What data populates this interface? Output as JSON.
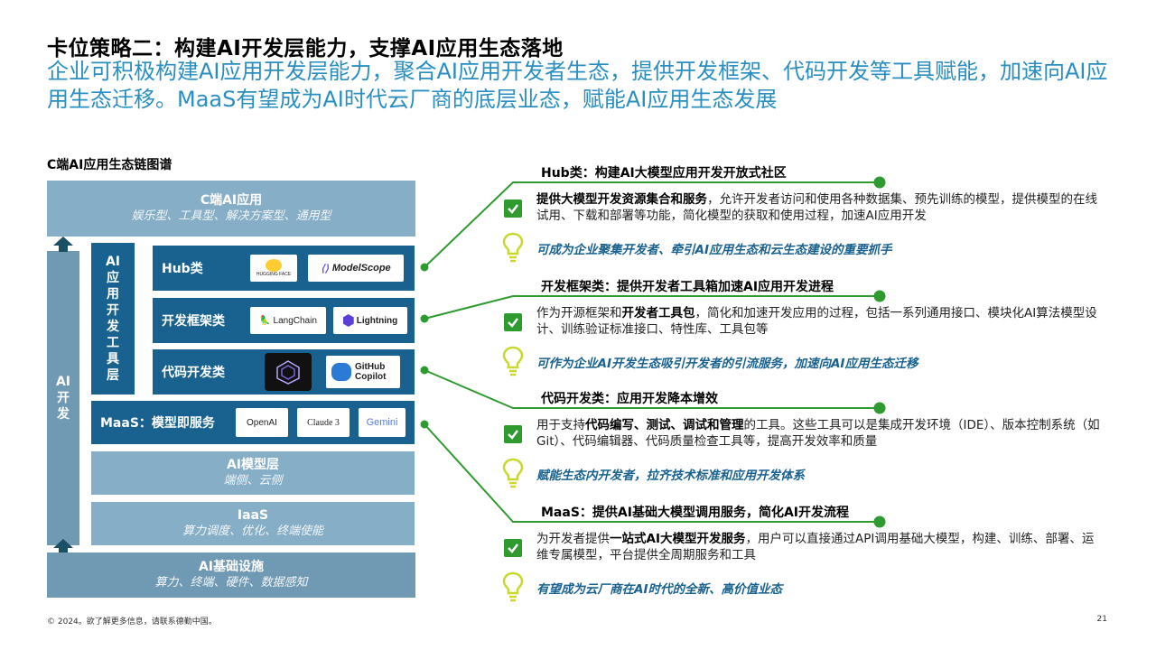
{
  "header": {
    "title": "卡位策略二：构建AI开发层能力，支撑AI应用生态落地",
    "subtitle": "企业可积极构建AI应用开发层能力，聚合AI应用开发者生态，提供开发框架、代码开发等工具赋能，加速向AI应用生态迁移。MaaS有望成为AI时代云厂商的底层业态，赋能AI应用生态发展"
  },
  "diagram": {
    "title": "C端AI应用生态链图谱",
    "top": {
      "title": "C端AI应用",
      "sub": "娱乐型、工具型、解决方案型、通用型"
    },
    "side_label": "AI开发",
    "tools_label": "AI应用开发工具层",
    "rows": [
      {
        "label": "Hub类",
        "logos": [
          "HUGGING FACE",
          "ModelScope"
        ]
      },
      {
        "label": "开发框架类",
        "logos": [
          "LangChain",
          "Lightning"
        ]
      },
      {
        "label": "代码开发类",
        "logos": [
          "",
          "GitHub Copilot"
        ]
      }
    ],
    "maas": {
      "label": "MaaS：模型即服务",
      "logos": [
        "OpenAI",
        "Claude 3",
        "Gemini"
      ]
    },
    "model_layer": {
      "title": "AI模型层",
      "sub": "端侧、云侧"
    },
    "iaas": {
      "title": "IaaS",
      "sub": "算力调度、优化、终端使能"
    },
    "infra": {
      "title": "AI基础设施",
      "sub": "算力、终端、硬件、数据感知"
    }
  },
  "sections": [
    {
      "head": "Hub类：构建AI大模型应用开发开放式社区",
      "bold": "提供大模型开发资源集合和服务",
      "body": "，允许开发者访问和使用各种数据集、预先训练的模型，提供模型的在线试用、下载和部署等功能，简化模型的获取和使用过程，加速AI应用开发",
      "note": "可成为企业聚集开发者、牵引AI应用生态和云生态建设的重要抓手"
    },
    {
      "head": "开发框架类：提供开发者工具箱加速AI应用开发进程",
      "pre": "作为开源框架和",
      "bold": "开发者工具包",
      "body": "，简化和加速开发应用的过程，包括一系列通用接口、模块化AI算法模型设计、训练验证标准接口、特性库、工具包等",
      "note": "可作为企业AI开发生态吸引开发者的引流服务，加速向AI应用生态迁移"
    },
    {
      "head": "代码开发类：应用开发降本增效",
      "pre": "用于支持",
      "bold": "代码编写、测试、调试和管理",
      "body": "的工具。这些工具可以是集成开发环境（IDE）、版本控制系统（如Git）、代码编辑器、代码质量检查工具等，提高开发效率和质量",
      "note": "赋能生态内开发者，拉齐技术标准和应用开发体系"
    },
    {
      "head": "MaaS：提供AI基础大模型调用服务，简化AI开发流程",
      "pre": "为开发者提供",
      "bold": "一站式AI大模型开发服务",
      "body": "，用户可以直接通过API调用基础大模型，构建、训练、部署、运维专属模型，平台提供全周期服务和工具",
      "note": "有望成为云厂商在AI时代的全新、高价值业态"
    }
  ],
  "footer": {
    "copyright": "© 2024。欲了解更多信息，请联系德勤中国。",
    "page": "21"
  },
  "colors": {
    "accent": "#2a8fc0",
    "dark_blue": "#19628f",
    "green": "#2e9a2f",
    "bulb": "#c9d82a"
  }
}
